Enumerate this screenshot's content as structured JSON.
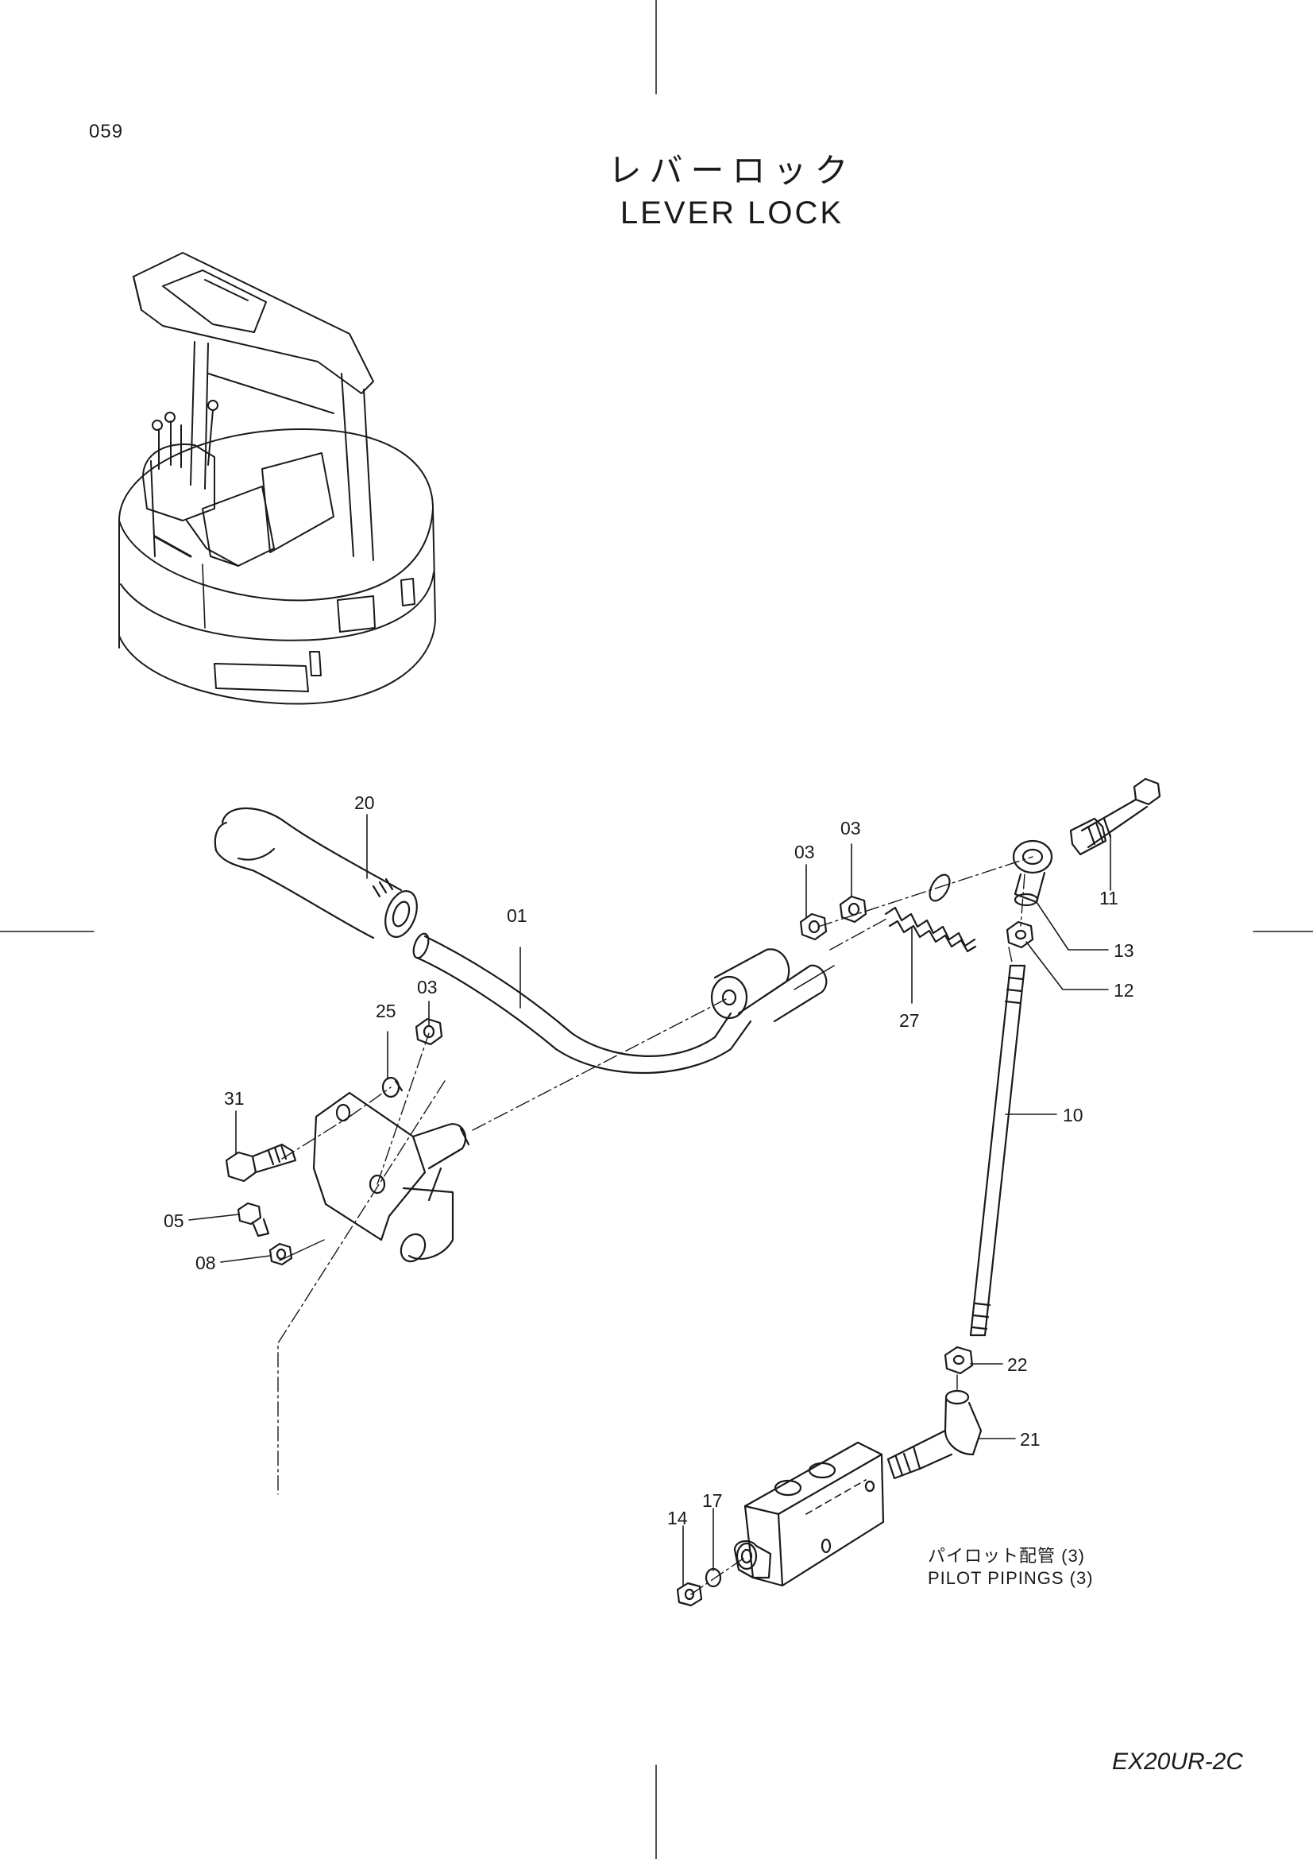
{
  "page": {
    "number": "059",
    "title_jp": "レバーロック",
    "title_en": "LEVER LOCK",
    "model": "EX20UR-2C"
  },
  "note": {
    "jp": "パイロット配管 (3)",
    "en": "PILOT PIPINGS (3)"
  },
  "callouts": [
    {
      "key": "20",
      "label": "20"
    },
    {
      "key": "01",
      "label": "01"
    },
    {
      "key": "03a",
      "label": "03"
    },
    {
      "key": "03b",
      "label": "03"
    },
    {
      "key": "03c",
      "label": "03"
    },
    {
      "key": "25",
      "label": "25"
    },
    {
      "key": "31",
      "label": "31"
    },
    {
      "key": "05",
      "label": "05"
    },
    {
      "key": "08",
      "label": "08"
    },
    {
      "key": "27",
      "label": "27"
    },
    {
      "key": "11",
      "label": "11"
    },
    {
      "key": "13",
      "label": "13"
    },
    {
      "key": "12",
      "label": "12"
    },
    {
      "key": "10",
      "label": "10"
    },
    {
      "key": "22",
      "label": "22"
    },
    {
      "key": "21",
      "label": "21"
    },
    {
      "key": "14",
      "label": "14"
    },
    {
      "key": "17",
      "label": "17"
    }
  ]
}
